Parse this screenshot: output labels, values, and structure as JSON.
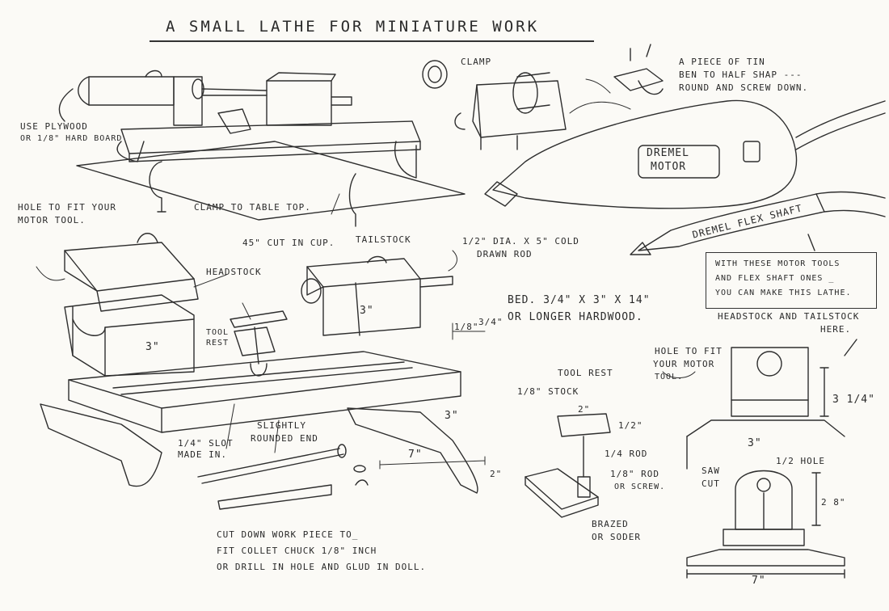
{
  "title": "A SMALL LATHE FOR MINIATURE WORK",
  "labels": {
    "use_plywood_1": "USE PLYWOOD",
    "use_plywood_2": "OR 1/8\" HARD BOARD",
    "clamp": "CLAMP",
    "tin_1": "A PIECE OF TIN",
    "tin_2": "BEN TO HALF SHAP ---",
    "tin_3": "ROUND AND SCREW DOWN.",
    "dremel_1": "DREMEL",
    "dremel_2": "MOTOR",
    "flex_shaft": "DREMEL FLEX SHAFT",
    "hole_motor_1": "HOLE TO FIT YOUR",
    "hole_motor_2": "MOTOR TOOL.",
    "clamp_table": "CLAMP TO TABLE TOP.",
    "cut_cup": "45\" CUT IN CUP.",
    "tailstock": "TAILSTOCK",
    "rod_1": "1/2\" DIA. X 5\" COLD",
    "rod_2": "DRAWN ROD",
    "headstock": "HEADSTOCK",
    "motor_note_1": "WITH THESE MOTOR TOOLS",
    "motor_note_2": "AND FLEX SHAFT ONES _",
    "motor_note_3": "YOU CAN MAKE THIS LATHE.",
    "bed_1": "BED. 3/4\" X 3\" X 14\"",
    "bed_2": "OR LONGER HARDWOOD.",
    "head_tail_1": "HEADSTOCK AND TAILSTOCK",
    "head_tail_2": "HERE.",
    "tool_rest_small_1": "TOOL",
    "tool_rest_small_2": "REST",
    "dim_3_head": "3\"",
    "dim_3_tail": "3\"",
    "dim_eighth": "1/8\"",
    "dim_3q": "3/4\"",
    "tool_rest_title": "TOOL REST",
    "stock": "1/8\" STOCK",
    "dim_2": "2\"",
    "dim_half": "1/2\"",
    "quarter_rod": "1/4 ROD",
    "eighth_rod_1": "1/8\" ROD",
    "eighth_rod_2": "OR SCREW.",
    "brazed_1": "BRAZED",
    "brazed_2": "OR SODER",
    "hole_fit_1": "HOLE TO FIT",
    "hole_fit_2": "YOUR MOTOR",
    "hole_fit_3": "TOOL.",
    "dim_3_1_4": "3 1/4\"",
    "dim_3_side": "3\"",
    "saw_cut_1": "SAW",
    "saw_cut_2": "CUT",
    "half_hole": "1/2 HOLE",
    "dim_2_8": "2 8\"",
    "dim_7_side": "7\"",
    "slot_1": "1/4\" SLOT",
    "slot_2": "MADE IN.",
    "rounded_1": "SLIGHTLY",
    "rounded_2": "ROUNDED END",
    "dim_7_base": "7\"",
    "dim_3_base": "3\"",
    "dim_2_base": "2\"",
    "cut_down_1": "CUT DOWN WORK PIECE TO_",
    "cut_down_2": "FIT COLLET CHUCK 1/8\" INCH",
    "cut_down_3": "OR DRILL IN HOLE AND GLUD IN DOLL."
  }
}
